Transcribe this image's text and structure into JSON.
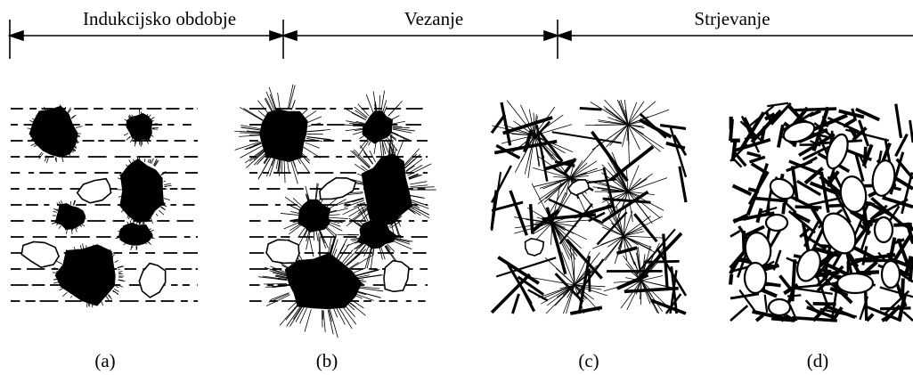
{
  "phases": [
    {
      "label": "Indukcijsko obdobje"
    },
    {
      "label": "Vezanje"
    },
    {
      "label": "Strjevanje"
    }
  ],
  "panels": [
    {
      "label": "(a)"
    },
    {
      "label": "(b)"
    },
    {
      "label": "(c)"
    },
    {
      "label": "(d)"
    }
  ]
}
